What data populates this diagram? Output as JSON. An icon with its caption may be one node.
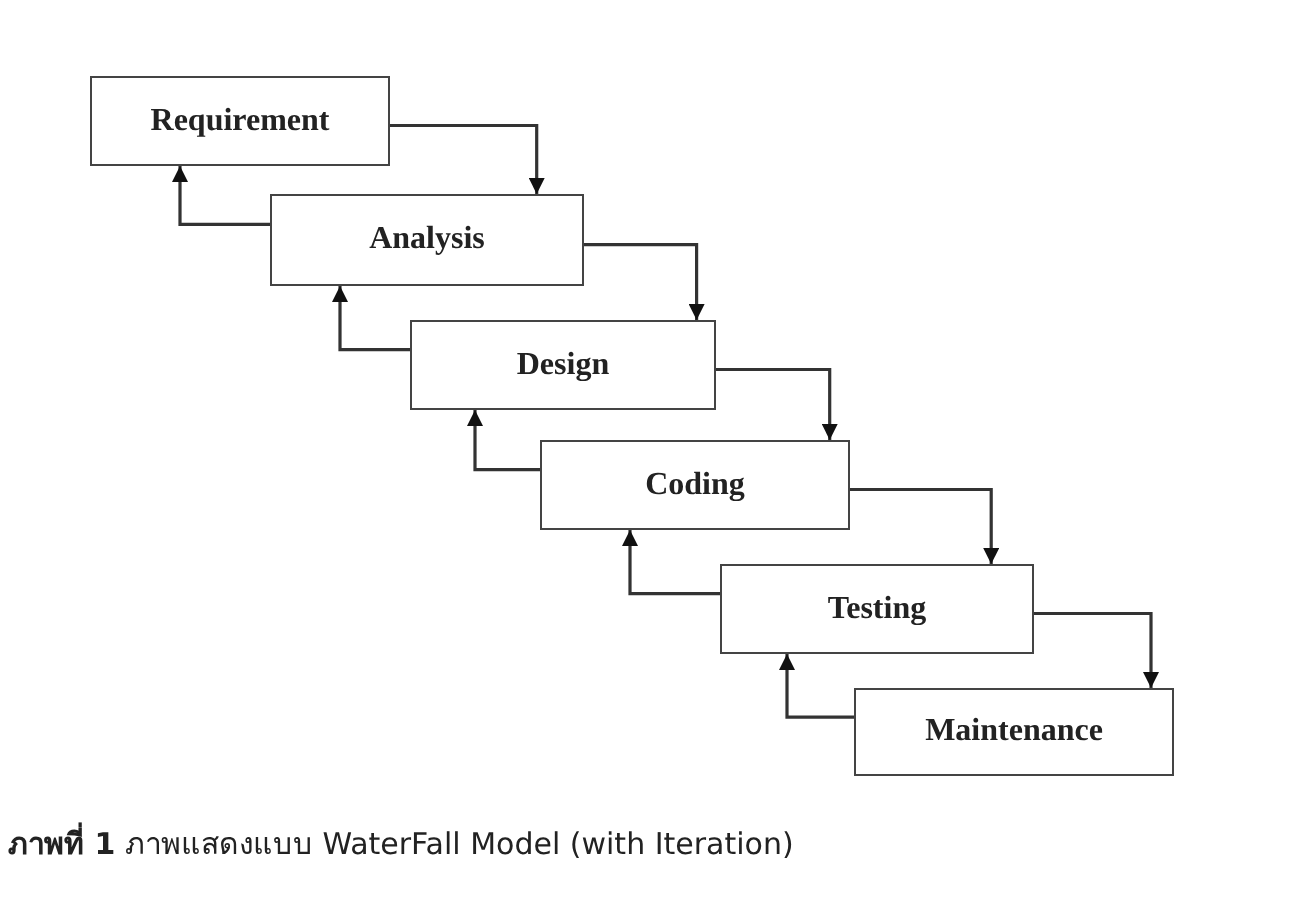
{
  "diagram": {
    "caption": "**ภาพที่ 1** ภาพแสดงแบบ WaterFall Model (with Iteration)",
    "nodes": [
      {
        "text": [
          "Requirement"
        ]
      },
      {
        "text": [
          "Analysis"
        ]
      },
      {
        "text": [
          "Design"
        ]
      },
      {
        "text": [
          "Coding"
        ]
      },
      {
        "text": [
          "Testing"
        ]
      },
      {
        "text": [
          "Maintenance"
        ]
      }
    ],
    "edges": [
      {
        "from": 0,
        "to": 1,
        "arrow": "to"
      },
      {
        "from": 1,
        "to": 0,
        "arrow": "to"
      },
      {
        "from": 1,
        "to": 2,
        "arrow": "to"
      },
      {
        "from": 2,
        "to": 1,
        "arrow": "to"
      },
      {
        "from": 2,
        "to": 3,
        "arrow": "to"
      },
      {
        "from": 3,
        "to": 2,
        "arrow": "to"
      },
      {
        "from": 3,
        "to": 4,
        "arrow": "to"
      },
      {
        "from": 4,
        "to": 3,
        "arrow": "to"
      },
      {
        "from": 4,
        "to": 5,
        "arrow": "to"
      },
      {
        "from": 5,
        "to": 4,
        "arrow": "to"
      }
    ]
  }
}
